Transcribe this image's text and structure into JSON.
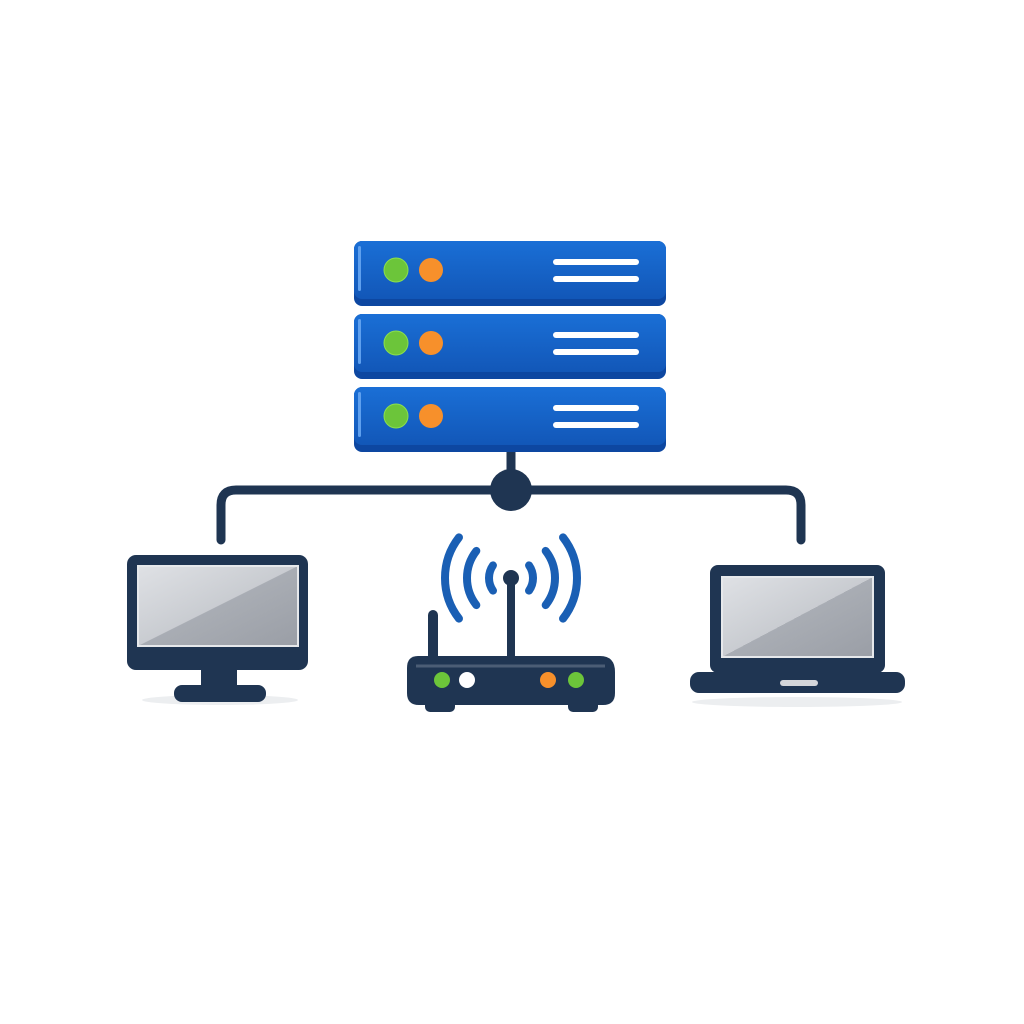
{
  "diagram": {
    "nodes": [
      {
        "id": "server",
        "icon": "server-rack-icon",
        "units": 3
      },
      {
        "id": "desktop",
        "icon": "desktop-monitor-icon"
      },
      {
        "id": "router",
        "icon": "wifi-router-icon"
      },
      {
        "id": "laptop",
        "icon": "laptop-icon"
      }
    ],
    "edges": [
      [
        "server",
        "desktop"
      ],
      [
        "server",
        "laptop"
      ]
    ]
  },
  "colors": {
    "server_blue": "#1565c8",
    "server_dark": "#0d47a1",
    "line": "#1f3552",
    "led_green": "#6cc53a",
    "led_orange": "#f7902b",
    "wifi_blue": "#1a5fb4",
    "screen": "#b9bcc2",
    "screen_light": "#d4d6da"
  }
}
